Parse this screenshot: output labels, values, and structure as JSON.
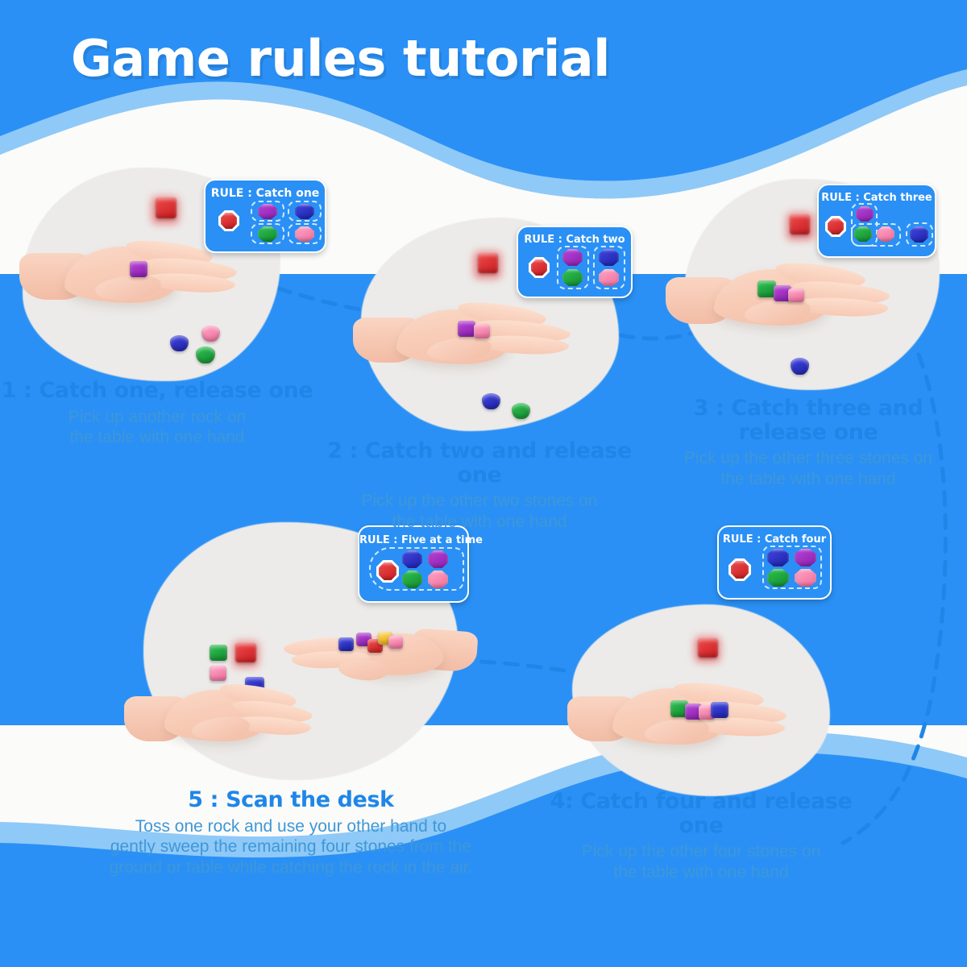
{
  "page": {
    "title": "Game rules tutorial",
    "background_color": "#2a90f5",
    "wave_light_color": "#8fc9f7",
    "wave_white_color": "#fbfbf9",
    "accent_blue": "#1f86e8",
    "caption_blue": "#3f97d8",
    "blob_color": "#ecebe9"
  },
  "stone_colors": {
    "red": "#e3262b",
    "blue": "#2a2fd0",
    "purple": "#a32fc2",
    "green": "#1faa3c",
    "pink": "#f78ab2"
  },
  "steps": [
    {
      "id": "step-1",
      "title": "1 : Catch one, release one",
      "description": "Pick up another rock on\nthe table with one hand",
      "rule": {
        "label": "RULE : Catch one",
        "free_stones": [
          "red"
        ],
        "grouped": [
          [
            "purple"
          ],
          [
            "blue"
          ],
          [
            "green"
          ],
          [
            "pink"
          ]
        ]
      },
      "scene": {
        "in_hand": [
          "purple"
        ],
        "in_air": [
          "red"
        ],
        "on_table": [
          "blue",
          "pink",
          "green"
        ]
      }
    },
    {
      "id": "step-2",
      "title": "2 : Catch two and release one",
      "description": "Pick up the other two stones on\nthe table with one hand",
      "rule": {
        "label": "RULE :  Catch two",
        "free_stones": [
          "red"
        ],
        "grouped": [
          [
            "purple",
            "green"
          ],
          [
            "blue",
            "pink"
          ]
        ]
      },
      "scene": {
        "in_hand": [
          "purple",
          "pink"
        ],
        "in_air": [
          "red"
        ],
        "on_table": [
          "blue",
          "green"
        ]
      }
    },
    {
      "id": "step-3",
      "title": "3 : Catch three and\nrelease one",
      "description": "Pick up the other three stones on\nthe table with one hand",
      "rule": {
        "label": "RULE : Catch three",
        "free_stones": [
          "red"
        ],
        "grouped": [
          [
            "purple",
            "green",
            "pink"
          ],
          [
            "blue"
          ]
        ]
      },
      "scene": {
        "in_hand": [
          "green",
          "purple",
          "pink"
        ],
        "in_air": [
          "red"
        ],
        "on_table": [
          "blue"
        ]
      }
    },
    {
      "id": "step-4",
      "title": "4: Catch four and release one",
      "description": "Pick up the other four stones on\nthe table with one hand",
      "rule": {
        "label": "RULE : Catch four",
        "free_stones": [
          "red"
        ],
        "grouped": [
          [
            "blue",
            "purple",
            "green",
            "pink"
          ]
        ]
      },
      "scene": {
        "in_hand": [
          "green",
          "purple",
          "pink",
          "blue"
        ],
        "in_air": [
          "red"
        ],
        "on_table": []
      }
    },
    {
      "id": "step-5",
      "title": "5 : Scan the desk",
      "description": "Toss one rock and use your other hand to\ngently sweep the remaining four stones from the\nground or table while catching the rock in the air.",
      "rule": {
        "label": "RULE : Five at a time",
        "free_stones": [],
        "grouped": [
          [
            "red",
            "blue",
            "purple",
            "green",
            "pink"
          ]
        ]
      },
      "scene": {
        "sweeping_hand": [
          "blue",
          "purple",
          "red",
          "yellow",
          "pink"
        ],
        "falling": [
          "green",
          "red",
          "pink",
          "purple",
          "blue"
        ],
        "catching_hand": true
      }
    }
  ],
  "connectors": [
    "step-1-to-step-2",
    "step-2-to-step-3",
    "step-3-to-step-4",
    "step-4-to-step-5"
  ]
}
